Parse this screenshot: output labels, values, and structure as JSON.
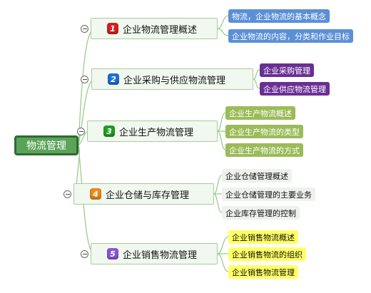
{
  "root": {
    "label": "物流管理"
  },
  "branches": [
    {
      "number": "1",
      "color": "#d92020",
      "label": "企业物流管理概述",
      "children": [
        "物流，企业物流的基本概念",
        "企业物流的内容，分类和作业目标"
      ]
    },
    {
      "number": "2",
      "color": "#1e6fd9",
      "label": "企业采购与供应物流管理",
      "children": [
        "企业采购管理",
        "企业供应物流管理"
      ]
    },
    {
      "number": "3",
      "color": "#22a022",
      "label": "企业生产物流管理",
      "children": [
        "企业生产物流概述",
        "企业生产物流的类型",
        "企业生产物流的方式"
      ]
    },
    {
      "number": "4",
      "color": "#f08a1a",
      "label": "企业仓储与库存管理",
      "children": [
        "企业仓储管理概述",
        "企业仓储管理的主要业务",
        "企业库存管理的控制"
      ]
    },
    {
      "number": "5",
      "color": "#8e55d6",
      "label": "企业销售物流管理",
      "children": [
        "企业销售物流概述",
        "企业销售物流的组织",
        "企业销售物流管理"
      ]
    }
  ],
  "colors": {
    "line": "#9ccc8e",
    "root_fill": "#5ba35b",
    "root_border": "#2f6b2f"
  }
}
